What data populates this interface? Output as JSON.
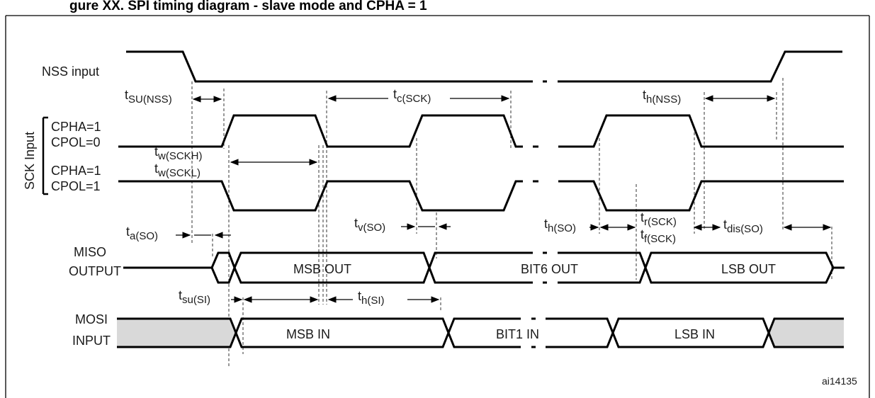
{
  "figure": {
    "title_fragment": "gure    XX.    SPI timing diagram - slave mode and CPHA = 1",
    "reference_id": "ai14135"
  },
  "signals": {
    "nss": "NSS input",
    "sck_group": "SCK Input",
    "cpha1_cpol0_a": "CPHA=1",
    "cpha1_cpol0_b": "CPOL=0",
    "cpha1_cpol1_a": "CPHA=1",
    "cpha1_cpol1_b": "CPOL=1",
    "miso_a": "MISO",
    "miso_b": "OUTPUT",
    "mosi_a": "MOSI",
    "mosi_b": "INPUT"
  },
  "bus": {
    "msb_out": "MSB OUT",
    "bit6_out": "BIT6 OUT",
    "lsb_out": "LSB OUT",
    "msb_in": "MSB IN",
    "bit1_in": "BIT1 IN",
    "lsb_in": "LSB IN"
  },
  "timing": {
    "tsu_nss": {
      "t": "t",
      "sub": "SU(NSS)"
    },
    "tc_sck": {
      "t": "t",
      "sub": "c(SCK)"
    },
    "th_nss": {
      "t": "t",
      "sub": "h(NSS)"
    },
    "tw_sckh": {
      "t": "t",
      "sub": "w(SCKH)"
    },
    "tw_sckl": {
      "t": "t",
      "sub": "w(SCKL)"
    },
    "ta_so": {
      "t": "t",
      "sub": "a(SO)"
    },
    "tv_so": {
      "t": "t",
      "sub": "v(SO)"
    },
    "th_so": {
      "t": "t",
      "sub": "h(SO)"
    },
    "tr_sck": {
      "t": "t",
      "sub": "r(SCK)"
    },
    "tf_sck": {
      "t": "t",
      "sub": "f(SCK)"
    },
    "tdis_so": {
      "t": "t",
      "sub": "dis(SO)"
    },
    "tsu_si": {
      "t": "t",
      "sub": "su(SI)"
    },
    "th_si": {
      "t": "t",
      "sub": "h(SI)"
    }
  },
  "colors": {
    "line": "#000000",
    "shade": "#d9d9d9",
    "dash": "#333333"
  }
}
